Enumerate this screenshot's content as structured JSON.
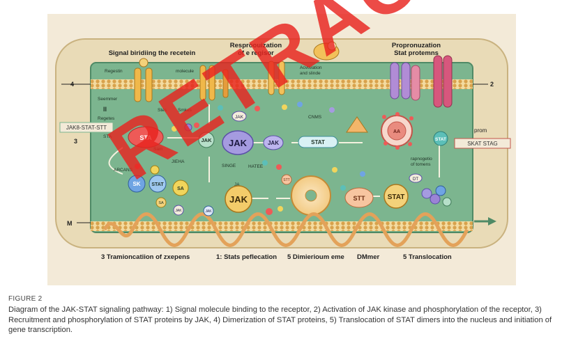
{
  "figure": {
    "label": "FIGURE 2",
    "caption": "Diagram of the JAK-STAT signaling pathway: 1) Signal molecule binding to the receptor, 2) Activation of JAK kinase and phosphorylation of the receptor, 3) Recruitment and phosphorylation of STAT proteins by JAK, 4) Dimerization of STAT proteins, 5) Translocation of STAT dimers into the nucleus and initiation of gene transcription."
  },
  "watermark": "RETRACTED",
  "diagram": {
    "top_labels": {
      "signal": "Signal biridiing the recetein",
      "resproc": "Resproouization\nof e regisor",
      "propro": "Propronuzation\nStat protemns"
    },
    "side_labels": {
      "left_top": "4",
      "left_mid": "3",
      "left_bottom": "M",
      "right_top": "2",
      "prom": "prom",
      "skat": "SKAT STAG",
      "jak_stat_box": "JAK8-STAT-STT"
    },
    "small_labels": {
      "regestin": "Regestin",
      "molecule": "molecule",
      "seemmer": "Seemmer",
      "regetes": "Regetes",
      "ii": "II",
      "stes": "Stes",
      "simkes": "Smkes",
      "sam": "Sam",
      "arcans": "ARCANS",
      "jieha": "JIEHA",
      "activation": "Acvtivation\nand slinde",
      "cnms": "CNMS",
      "singe": "SINGE",
      "hatee": "HATEE",
      "rapnogetio": "rapnogetio\nof tomens",
      "dt": "DT",
      "ja": "JA",
      "sta_left": "STA"
    },
    "nodes": {
      "sta_red": "STA",
      "jak_small_left": "JAK",
      "jak_big": "JAK",
      "jak_mid": "JAK",
      "jak_tiny": "JAK",
      "stat_rect": "STAT",
      "sk": "SK",
      "stat_blue": "STAT",
      "sa": "SA",
      "jak_bottom": "JAK",
      "stt": "STT",
      "stat_bottom": "STAT",
      "sa_small": "SA",
      "jak_tiny2": "JAK",
      "jak_tiny3": "JAK",
      "stt_small": "STT",
      "stat_right": "STAT",
      "aa": "AA"
    },
    "bottom_labels": {
      "b1": "3  Tramioncatiion of zxepens",
      "b2": "1: Stats peflecation",
      "b3": "5 Dimierioum eme",
      "b4": "DMmer",
      "b5": "5 Translocation"
    },
    "colors": {
      "panel_bg": "#f3ead8",
      "cell_green": "#7cb58f",
      "membrane": "#e7c77e",
      "watermark": "#e8231e",
      "jak_purple": "#a59be0",
      "stat_red": "#ee5a57",
      "stat_teal": "#5cbfb8"
    }
  }
}
